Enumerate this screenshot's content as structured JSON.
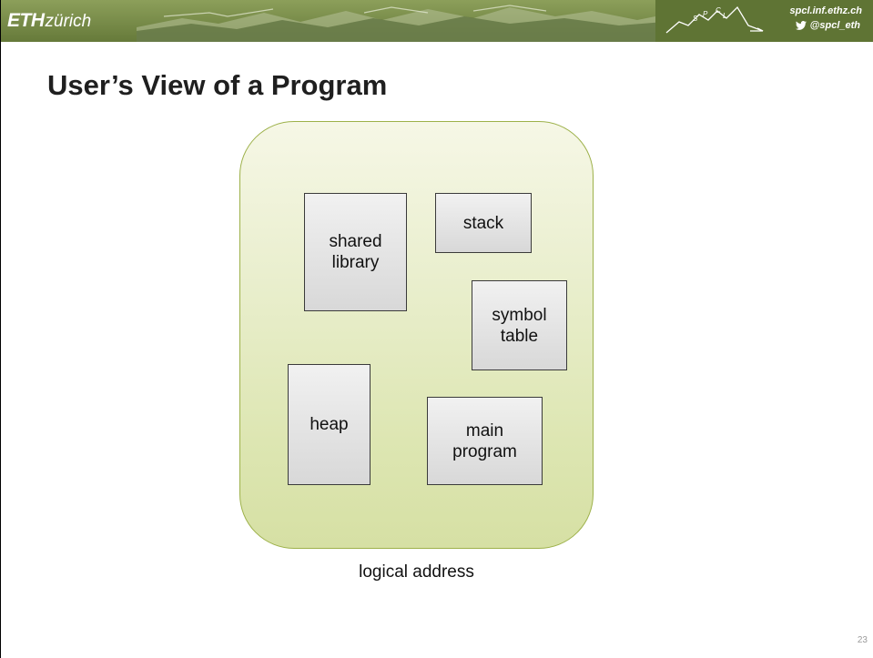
{
  "header": {
    "logo_eth": "ETH",
    "logo_zurich": "zürich",
    "url": "spcl.inf.ethz.ch",
    "twitter": "@spcl_eth",
    "banner_color": "#6e833f"
  },
  "slide": {
    "title": "User’s View of a Program",
    "page_number": "23"
  },
  "diagram": {
    "container_fill": "#e5ebc4",
    "container_border": "#9db14a",
    "segments": {
      "shared_library": "shared\nlibrary",
      "stack": "stack",
      "symbol_table": "symbol\ntable",
      "heap": "heap",
      "main_program": "main\nprogram"
    },
    "caption": "logical address"
  },
  "icons": [
    "mountain-sketch-icon",
    "twitter-bird-icon"
  ]
}
